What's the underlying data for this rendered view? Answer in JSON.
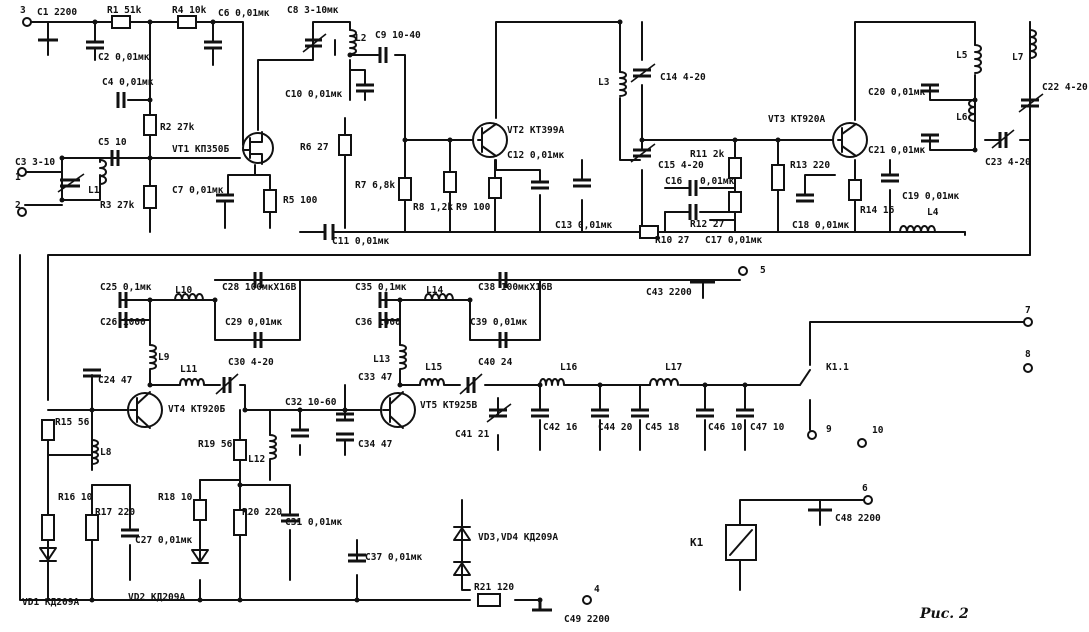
{
  "labels": {
    "t3": "3",
    "c1": "C1 2200",
    "r1": "R1 51k",
    "r4": "R4 10k",
    "c6": "C6 0,01мк",
    "c8": "C8 3-10мк",
    "l2": "L2",
    "c9": "C9 10-40",
    "c2": "C2 0,01мк",
    "c4": "C4 0,01мк",
    "r2": "R2 27k",
    "c5": "C5 10",
    "c3": "C3 3-10",
    "t1": "1",
    "l1": "L1",
    "t2": "2",
    "r3": "R3 27k",
    "vt1": "VT1 КП350Б",
    "c7": "C7 0,01мк",
    "r5": "R5 100",
    "c10": "C10 0,01мк",
    "r6": "R6 27",
    "r7": "R7 6,8k",
    "c11": "C11 0,01мк",
    "r8": "R8 1,2k",
    "r9": "R9 100",
    "vt2": "VT2 КТ399А",
    "c12": "C12 0,01мк",
    "c13": "C13 0,01мк",
    "l3": "L3",
    "c14": "C14 4-20",
    "c15": "C15 4-20",
    "r11": "R11 2k",
    "c16": "C16",
    "c16v": "0,01мк",
    "r12": "R12 27",
    "r10": "R10 27",
    "c17": "C17 0,01мк",
    "vt3": "VT3 КТ920А",
    "r13": "R13 220",
    "c18": "C18 0,01мк",
    "r14": "R14 16",
    "c19": "C19 0,01мк",
    "l4": "L4",
    "l5": "L5",
    "l6": "L6",
    "c20": "C20 0,01мк",
    "c21": "C21 0,01мк",
    "l7": "L7",
    "c22": "C22 4-20",
    "c23": "C23 4-20",
    "c25": "C25 0,1мк",
    "l10": "L10",
    "c28": "C28 100мкХ16В",
    "c26": "C26 1000",
    "c29": "C29 0,01мк",
    "l9": "L9",
    "c24": "C24 47",
    "l11": "L11",
    "c30": "C30 4-20",
    "vt4": "VT4 КТ920Б",
    "r15": "R15 56",
    "l8": "L8",
    "r19": "R19 56",
    "l12": "L12",
    "c32": "C32 10-60",
    "c33": "C33 47",
    "c34": "C34 47",
    "c35": "C35 0,1мк",
    "l14": "L14",
    "c38": "C38 100мкХ16В",
    "c36": "C36 1000",
    "c39": "C39 0,01мк",
    "l13": "L13",
    "l15": "L15",
    "c40": "C40 24",
    "vt5": "VT5 КТ925В",
    "c41": "C41 21",
    "l16": "L16",
    "l17": "L17",
    "c42": "C42 16",
    "c44": "C44 20",
    "c45": "C45 18",
    "c46": "C46 10",
    "c47": "C47 10",
    "t5": "5",
    "c43": "C43 2200",
    "t7": "7",
    "t8": "8",
    "k11": "K1.1",
    "t9": "9",
    "t10": "10",
    "t6": "6",
    "c48": "C48 2200",
    "k1": "K1",
    "r16": "R16 10",
    "r17": "R17 220",
    "c27": "C27 0,01мк",
    "r18": "R18 10",
    "r20": "R20 220",
    "c31": "C31 0,01мк",
    "c37": "C37 0,01мк",
    "vd34": "VD3,VD4 КД209А",
    "vd1": "VD1 КД209А",
    "vd2": "VD2 КД209А",
    "r21": "R21 120",
    "t4": "4",
    "c49": "C49 2200",
    "fig": "Рис. 2"
  }
}
